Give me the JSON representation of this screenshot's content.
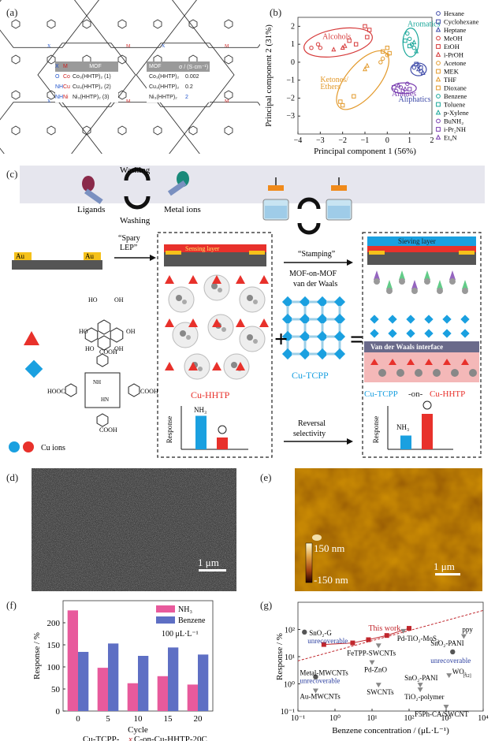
{
  "panels": {
    "a": "(a)",
    "b": "(b)",
    "c": "(c)",
    "d": "(d)",
    "e": "(e)",
    "f": "(f)",
    "g": "(g)"
  },
  "panel_a": {
    "left_header": {
      "x": "X",
      "m": "M",
      "mof": "MOF"
    },
    "left_rows": [
      {
        "x": "O",
        "m": "Co",
        "mof": "Co₃(HHTP)₂ (1)"
      },
      {
        "x": "NH",
        "m": "Cu",
        "mof": "Cu₃(HHTP)₂ (2)"
      },
      {
        "x": "NH",
        "m": "Ni",
        "mof": "Ni₃(HHTP)₂ (3)"
      }
    ],
    "right_header": {
      "mof": "MOF",
      "sigma": "σ / (S·cm⁻¹)"
    },
    "right_rows": [
      {
        "mof": "Co₃(HHTP)₂",
        "sigma": "0.002"
      },
      {
        "mof": "Cu₃(HHTP)₂",
        "sigma": "0.2"
      },
      {
        "mof": "Ni₃(HHTP)₂",
        "sigma": "2"
      }
    ],
    "colors": {
      "x": "#2255cc",
      "m": "#cc2222"
    }
  },
  "panel_b": {
    "group_labels": [
      {
        "text": "Alcohols",
        "color": "#d63a3a"
      },
      {
        "text": "Aromatics",
        "color": "#1aa79a"
      },
      {
        "text": "Ketones/",
        "color": "#e39a2c"
      },
      {
        "text": "Ethers",
        "color": "#e39a2c"
      },
      {
        "text": "Amines",
        "color": "#7a3fb0"
      },
      {
        "text": "Aliphatics",
        "color": "#3e4aa8"
      }
    ],
    "legend": [
      {
        "label": "Hexane",
        "color": "#3e4aa8",
        "marker": "circle"
      },
      {
        "label": "Cyclohexane",
        "color": "#3e4aa8",
        "marker": "square"
      },
      {
        "label": "Heptane",
        "color": "#3e4aa8",
        "marker": "triangle"
      },
      {
        "label": "MeOH",
        "color": "#d63a3a",
        "marker": "circle"
      },
      {
        "label": "EtOH",
        "color": "#d63a3a",
        "marker": "square"
      },
      {
        "label": "i-PrOH",
        "color": "#d63a3a",
        "marker": "triangle"
      },
      {
        "label": "Acetone",
        "color": "#e39a2c",
        "marker": "circle"
      },
      {
        "label": "MEK",
        "color": "#e39a2c",
        "marker": "square"
      },
      {
        "label": "THF",
        "color": "#e39a2c",
        "marker": "triangle"
      },
      {
        "label": "Dioxane",
        "color": "#e39a2c",
        "marker": "square"
      },
      {
        "label": "Benzene",
        "color": "#1aa79a",
        "marker": "circle"
      },
      {
        "label": "Toluene",
        "color": "#1aa79a",
        "marker": "square"
      },
      {
        "label": "p-Xylene",
        "color": "#1aa79a",
        "marker": "triangle"
      },
      {
        "label": "BuNH₂",
        "color": "#7a3fb0",
        "marker": "circle"
      },
      {
        "label": "i-Pr₂NH",
        "color": "#7a3fb0",
        "marker": "square"
      },
      {
        "label": "Et₃N",
        "color": "#7a3fb0",
        "marker": "triangle"
      }
    ]
  },
  "panel_c": {
    "washing_top": "Washing",
    "washing_bottom": "Washing",
    "ligands": "Ligands",
    "metal_ions": "Metal ions",
    "spray_lep": "“Spary",
    "spray_lep2": "LEP”",
    "au_left": "Au",
    "au_right": "Au",
    "sensing_layer": "Sensing layer",
    "stamping": "“Stamping”",
    "mof_on_mof": "MOF-on-MOF",
    "vdw": "van der Waals",
    "sieving_layer": "Sieving layer",
    "vdw_interface": "Van der Waals interface",
    "cu_hhtp": "Cu-HHTP",
    "cu_tcpp": "Cu-TCPP",
    "combo_a": "Cu-TCPP",
    "combo_b": "-on-",
    "combo_c": "Cu-HHTP",
    "response": "Response",
    "nh3": "NH₃",
    "reversal": "Reversal",
    "selectivity": "selectivity",
    "cu_ions": "Cu ions",
    "hooc": "HOOC",
    "cooh1": "COOH",
    "cooh2": "COOH",
    "cooh3": "COOH",
    "nh1": "NH",
    "hn1": "HN",
    "ho_labels": [
      "HO",
      "OH",
      "OH",
      "HO",
      "HO",
      "OH"
    ],
    "bar_before": {
      "nh3": 0.85,
      "benzene": 0.3
    },
    "bar_after": {
      "nh3": 0.35,
      "benzene": 0.9
    },
    "colors": {
      "red": "#e8312b",
      "blue": "#1aa0e0",
      "yellow": "#f5c11a"
    }
  },
  "panel_d": {
    "scale_bar": "1 μm"
  },
  "panel_e": {
    "scale_bar": "1 μm",
    "cb_max": "150 nm",
    "cb_min": "-150 nm"
  },
  "chart_data": [
    {
      "id": "b",
      "type": "scatter",
      "xlabel": "Principal component 1 (56%)",
      "ylabel": "Principal component 2 (31%)",
      "xlim": [
        -4,
        2
      ],
      "ylim": [
        -4,
        2.5
      ],
      "xticks": [
        -4,
        -3,
        -2,
        -1,
        0,
        1,
        2
      ],
      "yticks": [
        -3,
        -2,
        -1,
        0,
        1,
        2
      ],
      "series": [
        {
          "name": "MeOH",
          "color": "#d63a3a",
          "marker": "circle",
          "points": [
            [
              -3.4,
              0.8
            ],
            [
              -3.1,
              1.0
            ],
            [
              -3.0,
              0.8
            ]
          ]
        },
        {
          "name": "EtOH",
          "color": "#d63a3a",
          "marker": "square",
          "points": [
            [
              -1.7,
              1.2
            ],
            [
              -1.0,
              2.0
            ],
            [
              -0.8,
              1.8
            ],
            [
              -0.9,
              1.4
            ],
            [
              -1.4,
              1.0
            ]
          ]
        },
        {
          "name": "i-PrOH",
          "color": "#d63a3a",
          "marker": "triangle",
          "points": [
            [
              -2.4,
              0.7
            ],
            [
              -2.0,
              0.8
            ],
            [
              -1.9,
              0.9
            ]
          ]
        },
        {
          "name": "Acetone",
          "color": "#e39a2c",
          "marker": "circle",
          "points": [
            [
              -0.3,
              0.0
            ],
            [
              -0.2,
              0.2
            ],
            [
              0.0,
              0.4
            ]
          ]
        },
        {
          "name": "MEK",
          "color": "#e39a2c",
          "marker": "square",
          "points": [
            [
              -2.0,
              -2.4
            ],
            [
              -2.1,
              -2.2
            ],
            [
              -1.5,
              -1.9
            ]
          ]
        },
        {
          "name": "THF",
          "color": "#e39a2c",
          "marker": "triangle",
          "points": [
            [
              -1.0,
              -0.4
            ],
            [
              -0.9,
              -0.2
            ]
          ]
        },
        {
          "name": "Dioxane",
          "color": "#e39a2c",
          "marker": "square",
          "points": [
            [
              -0.2,
              0.6
            ],
            [
              0.0,
              0.8
            ],
            [
              0.1,
              0.5
            ]
          ]
        },
        {
          "name": "Benzene",
          "color": "#1aa79a",
          "marker": "circle",
          "points": [
            [
              0.9,
              1.6
            ],
            [
              1.0,
              1.3
            ],
            [
              1.1,
              1.0
            ],
            [
              1.2,
              0.8
            ]
          ]
        },
        {
          "name": "Toluene",
          "color": "#1aa79a",
          "marker": "square",
          "points": [
            [
              0.8,
              1.2
            ],
            [
              1.0,
              0.9
            ]
          ]
        },
        {
          "name": "p-Xylene",
          "color": "#1aa79a",
          "marker": "triangle",
          "points": [
            [
              1.2,
              1.1
            ],
            [
              1.3,
              0.6
            ]
          ]
        },
        {
          "name": "Hexane",
          "color": "#3e4aa8",
          "marker": "circle",
          "points": [
            [
              1.2,
              -0.3
            ],
            [
              1.4,
              -0.2
            ],
            [
              1.5,
              -0.5
            ]
          ]
        },
        {
          "name": "Cyclohexane",
          "color": "#3e4aa8",
          "marker": "square",
          "points": [
            [
              1.3,
              -0.1
            ],
            [
              1.5,
              -0.3
            ]
          ]
        },
        {
          "name": "Heptane",
          "color": "#3e4aa8",
          "marker": "triangle",
          "points": [
            [
              1.4,
              -0.4
            ],
            [
              1.6,
              -0.6
            ]
          ]
        },
        {
          "name": "BuNH₂",
          "color": "#7a3fb0",
          "marker": "circle",
          "points": [
            [
              0.4,
              -1.6
            ],
            [
              0.6,
              -1.4
            ],
            [
              0.9,
              -1.2
            ],
            [
              0.7,
              -1.6
            ]
          ]
        },
        {
          "name": "i-Pr₂NH",
          "color": "#7a3fb0",
          "marker": "square",
          "points": [
            [
              0.3,
              -1.4
            ],
            [
              1.0,
              -1.5
            ]
          ]
        },
        {
          "name": "Et₃N",
          "color": "#7a3fb0",
          "marker": "triangle",
          "points": [
            [
              0.5,
              -1.3
            ],
            [
              0.8,
              -1.5
            ]
          ]
        }
      ]
    },
    {
      "id": "f",
      "type": "bar",
      "xlabel": "Cycle",
      "ylabel": "Response / %",
      "ylim": [
        0,
        250
      ],
      "yticks": [
        0,
        50,
        100,
        150,
        200
      ],
      "categories": [
        "0",
        "5",
        "10",
        "15",
        "20"
      ],
      "series": [
        {
          "name": "NH₃",
          "color": "#e85a9c",
          "values": [
            228,
            98,
            63,
            79,
            60
          ]
        },
        {
          "name": "Benzene",
          "color": "#5e6fc4",
          "values": [
            134,
            153,
            125,
            144,
            128
          ]
        }
      ],
      "annotation": "100 μL·L⁻¹",
      "caption_parts": [
        "Cu-TCPP-",
        "x",
        "C-on-Cu-HHTP-20C"
      ]
    },
    {
      "id": "g",
      "type": "scatter",
      "xlabel": "Benzene concentration / (μL·L⁻¹)",
      "ylabel": "Response / %",
      "xscale": "log",
      "yscale": "log",
      "xlim": [
        0.1,
        10000
      ],
      "ylim": [
        0.1,
        1000
      ],
      "xtick_labels": [
        "10⁻¹",
        "10⁰",
        "10¹",
        "10²",
        "10³",
        "10⁴"
      ],
      "ytick_labels": [
        "10⁻¹",
        "10⁰",
        "10¹",
        "10²"
      ],
      "this_work": {
        "label": "This work",
        "color": "#c0272d",
        "points": [
          [
            0.5,
            28
          ],
          [
            3,
            32
          ],
          [
            8,
            42
          ],
          [
            25,
            60
          ],
          [
            100,
            110
          ]
        ]
      },
      "fit_line": {
        "color": "#c0272d",
        "points": [
          [
            0.1,
            7
          ],
          [
            10000,
            500
          ]
        ]
      },
      "others": [
        {
          "label": "SnO₂-G",
          "x": 0.15,
          "y": 80,
          "marker": "circle"
        },
        {
          "label": "Pd-TiO₂-MoS₂",
          "x": 70,
          "y": 85,
          "marker": "triangle"
        },
        {
          "label": "ppy",
          "x": 3000,
          "y": 55,
          "marker": "triangle"
        },
        {
          "label": "FeTPP-SWCNTs",
          "x": 15,
          "y": 25,
          "marker": "triangle"
        },
        {
          "label": "Pd-ZnO",
          "x": 10,
          "y": 6,
          "marker": "triangle"
        },
        {
          "label": "SnO₂-PANI",
          "x": 1500,
          "y": 15,
          "marker": "circle"
        },
        {
          "label": "Metal-MWCNTs",
          "x": 0.3,
          "y": 1.8,
          "marker": "circle"
        },
        {
          "label": "WO₃",
          "x": 1200,
          "y": 2.0,
          "marker": "triangle"
        },
        {
          "label": "SnO₂-PANI",
          "x": 200,
          "y": 0.9,
          "marker": "triangle"
        },
        {
          "label": "SWCNTs",
          "x": 15,
          "y": 0.9,
          "marker": "triangle"
        },
        {
          "label": "TiO₂-polymer",
          "x": 200,
          "y": 0.6,
          "marker": "triangle"
        },
        {
          "label": "Au-MWCNTs",
          "x": 0.3,
          "y": 0.55,
          "marker": "triangle"
        },
        {
          "label": "F5Ph-CA/SWCNT",
          "x": 1000,
          "y": 0.14,
          "marker": "triangle"
        }
      ],
      "unrecoverable_label": "unrecoverable",
      "unrecoverable_color": "#2c3fa0",
      "superscript_label": "[12]"
    }
  ]
}
